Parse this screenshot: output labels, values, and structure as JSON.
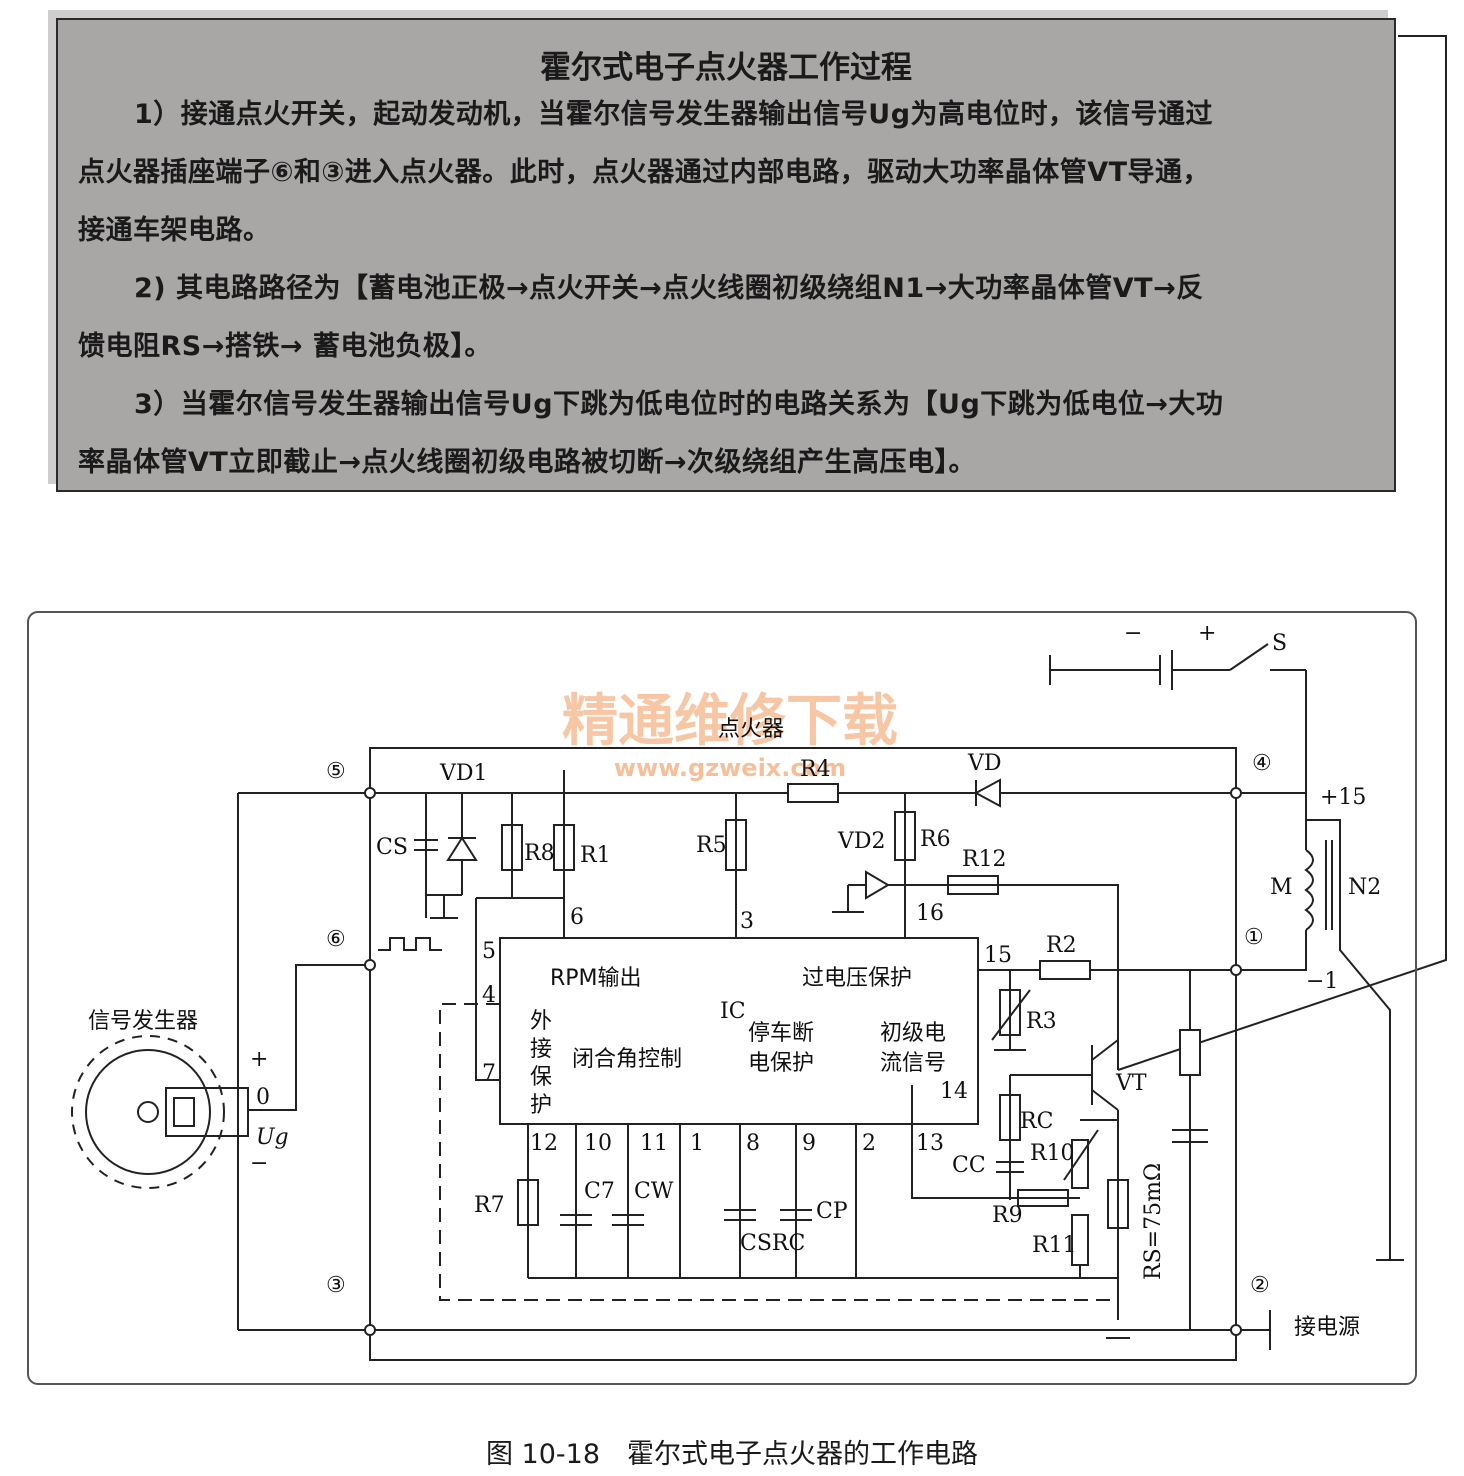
{
  "textbox": {
    "title": "霍尔式电子点火器工作过程",
    "p1_lines": [
      "1）接通点火开关，起动发动机，当霍尔信号发生器输出信号Ug为高电位时，该信号通过",
      "点火器插座端子⑥和③进入点火器。此时，点火器通过内部电路，驱动大功率晶体管VT导通，",
      "接通车架电路。"
    ],
    "p2_lines": [
      "2) 其电路路径为【蓄电池正极→点火开关→点火线圈初级绕组N1→大功率晶体管VT→反",
      "馈电阻RS→搭铁→ 蓄电池负极】。"
    ],
    "p3_lines": [
      "3）当霍尔信号发生器输出信号Ug下跳为低电位时的电路关系为【Ug下跳为低电位→大功",
      "率晶体管VT立即截止→点火线圈初级电路被切断→次级绕组产生高压电】。"
    ]
  },
  "watermark": {
    "cn": "精通维修下载",
    "url": "www.gzweix.com"
  },
  "circuit": {
    "igniter_label": "点火器",
    "signal_gen": "信号发生器",
    "ic": "IC",
    "rpm": "RPM输出",
    "overvolt": "过电压保护",
    "ext_protect": [
      "外",
      "接",
      "保",
      "护"
    ],
    "dwell": "闭合角控制",
    "stall": [
      "停车断",
      "电保护"
    ],
    "primary": [
      "初级电",
      "流信号"
    ],
    "terminals": [
      "⑤",
      "⑥",
      "③",
      "④",
      "①",
      "②"
    ],
    "pins": [
      "5",
      "4",
      "7",
      "6",
      "3",
      "16",
      "15",
      "14",
      "12",
      "10",
      "11",
      "1",
      "8",
      "9",
      "2",
      "13"
    ],
    "parts": [
      "VD1",
      "CS",
      "R8",
      "R1",
      "R5",
      "R4",
      "VD",
      "VD2",
      "R6",
      "R12",
      "R2",
      "R3",
      "RC",
      "CC",
      "R10",
      "R9",
      "R11",
      "R7",
      "C7",
      "CW",
      "CSRC",
      "CP",
      "VT",
      "RS=75mΩ",
      "M",
      "N2",
      "S"
    ],
    "misc": [
      "+",
      "−",
      "0",
      "Ug",
      "+15",
      "−1",
      "接电源",
      "−",
      "+"
    ]
  },
  "caption": "图 10-18　霍尔式电子点火器的工作电路"
}
